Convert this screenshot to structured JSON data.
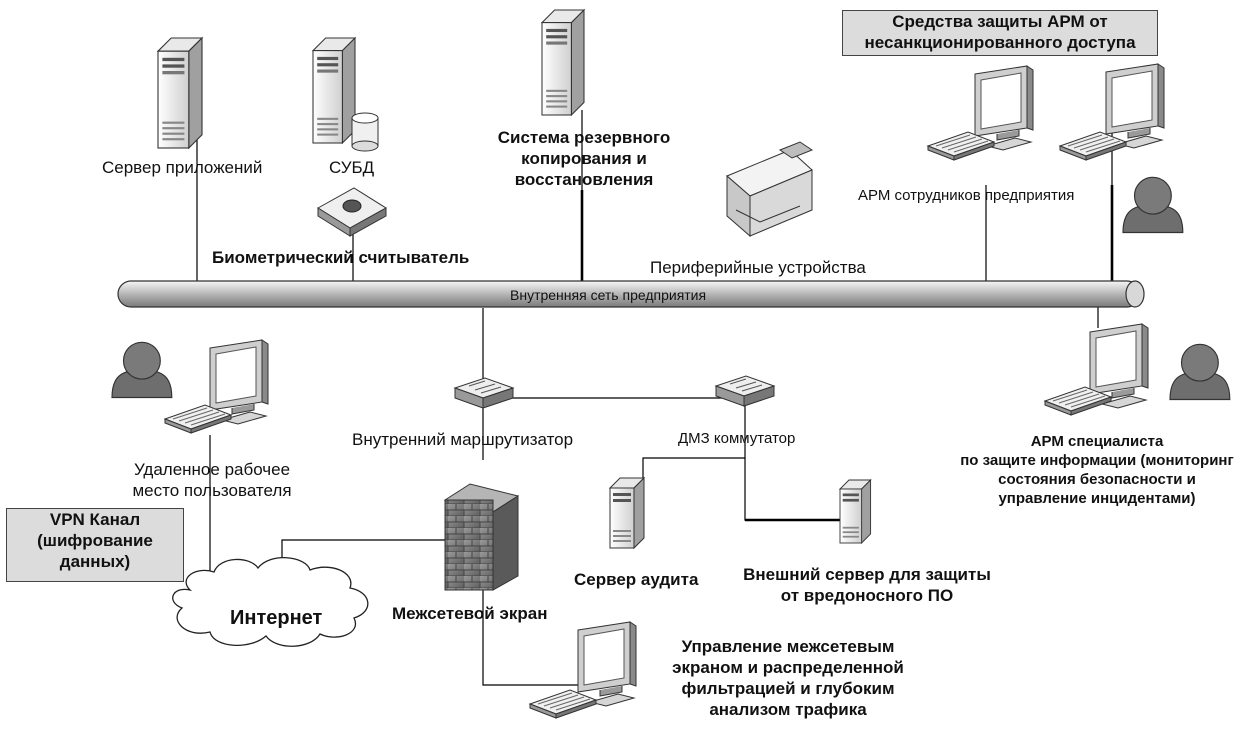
{
  "labels": {
    "app_server": "Сервер приложений",
    "dbms": "СУБД",
    "biometric": "Биометрический считыватель",
    "backup_l1": "Система резервного",
    "backup_l2": "копирования и",
    "backup_l3": "восстановления",
    "peripherals": "Периферийные устройства",
    "workstations": "АРМ сотрудников предприятия",
    "arm_protection_l1": "Средства защиты АРМ от",
    "arm_protection_l2": "несанкционированного доступа",
    "network_bus": "Внутренняя сеть предприятия",
    "remote_l1": "Удаленное рабочее",
    "remote_l2": "место пользователя",
    "vpn_l1": "VPN Канал",
    "vpn_l2": "(шифрование",
    "vpn_l3": "данных)",
    "router": "Внутренний маршрутизатор",
    "dmz": "ДМЗ коммутатор",
    "internet": "Интернет",
    "firewall": "Межсетевой экран",
    "audit": "Сервер аудита",
    "antimalware_l1": "Внешний сервер для защиты",
    "antimalware_l2": "от вредоносного ПО",
    "fw_mgmt_l1": "Управление межсетевым",
    "fw_mgmt_l2": "экраном и распределенной",
    "fw_mgmt_l3": "фильтрацией и глубоким",
    "fw_mgmt_l4": "анализом трафика",
    "specialist_l1": "АРМ специалиста",
    "specialist_l2": "по защите информации (мониторинг",
    "specialist_l3": "состояния безопасности и",
    "specialist_l4": "управление инцидентами)"
  },
  "colors": {
    "line": "#000000",
    "device_light": "#f2f2f2",
    "device_dark": "#8c8c8c",
    "user": "#6e6e6e",
    "box_fill": "#dcdcdc"
  }
}
